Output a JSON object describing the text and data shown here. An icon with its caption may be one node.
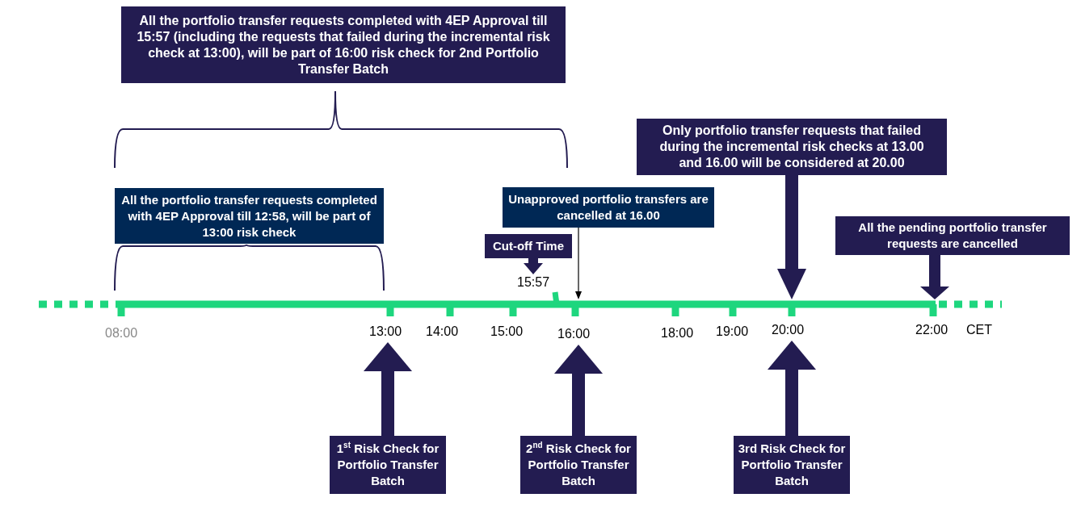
{
  "diagram": {
    "nodes": [
      {
        "text": [
          "All the portfolio transfer requests completed with 4EP Approval till 15:57 (including the requests that failed during the incremental risk check at 13:00), will be part of 16:00 risk check for 2nd Portfolio Transfer Batch"
        ]
      },
      {
        "text": [
          "All the portfolio transfer requests completed with 4EP Approval till 12:58, will be part of 13:00 risk check"
        ]
      },
      {
        "text": [
          "Unapproved portfolio transfers are cancelled at 16.00"
        ]
      },
      {
        "text": [
          "Cut-off Time"
        ]
      },
      {
        "text": [
          "Only portfolio transfer requests that failed during the incremental risk checks at 13.00 and 16.00 will be considered at 20.00"
        ]
      },
      {
        "text": [
          "All the pending portfolio transfer requests are cancelled"
        ]
      },
      {
        "text": [
          "1$^{st}$ Risk Check for Portfolio Transfer Batch"
        ]
      },
      {
        "text": [
          "2$^{nd}$ Risk Check for Portfolio Transfer Batch"
        ]
      },
      {
        "text": [
          "3rd Risk Check for Portfolio Transfer Batch"
        ]
      },
      {
        "text": [
          "15:57"
        ]
      },
      {
        "text": [],
        "shape": "bar"
      },
      {
        "text": [
          "13:00"
        ]
      },
      {
        "text": [
          "16:00"
        ]
      },
      {
        "text": [
          "20:00"
        ]
      }
    ],
    "edges": [
      {
        "from": 2,
        "to": 10,
        "arrow": "to",
        "color": "#000000"
      },
      {
        "from": 3,
        "to": 9,
        "arrow": "to"
      },
      {
        "from": 4,
        "to": 10,
        "arrow": "to"
      },
      {
        "from": 5,
        "to": 10,
        "arrow": "to"
      },
      {
        "from": 6,
        "to": 11,
        "arrow": "to"
      },
      {
        "from": 7,
        "to": 12,
        "arrow": "to"
      },
      {
        "from": 8,
        "to": 13,
        "arrow": "to"
      }
    ],
    "labels": [
      "08:00",
      "14:00",
      "15:00",
      "18:00",
      "19:00",
      "22:00",
      "CET"
    ]
  }
}
